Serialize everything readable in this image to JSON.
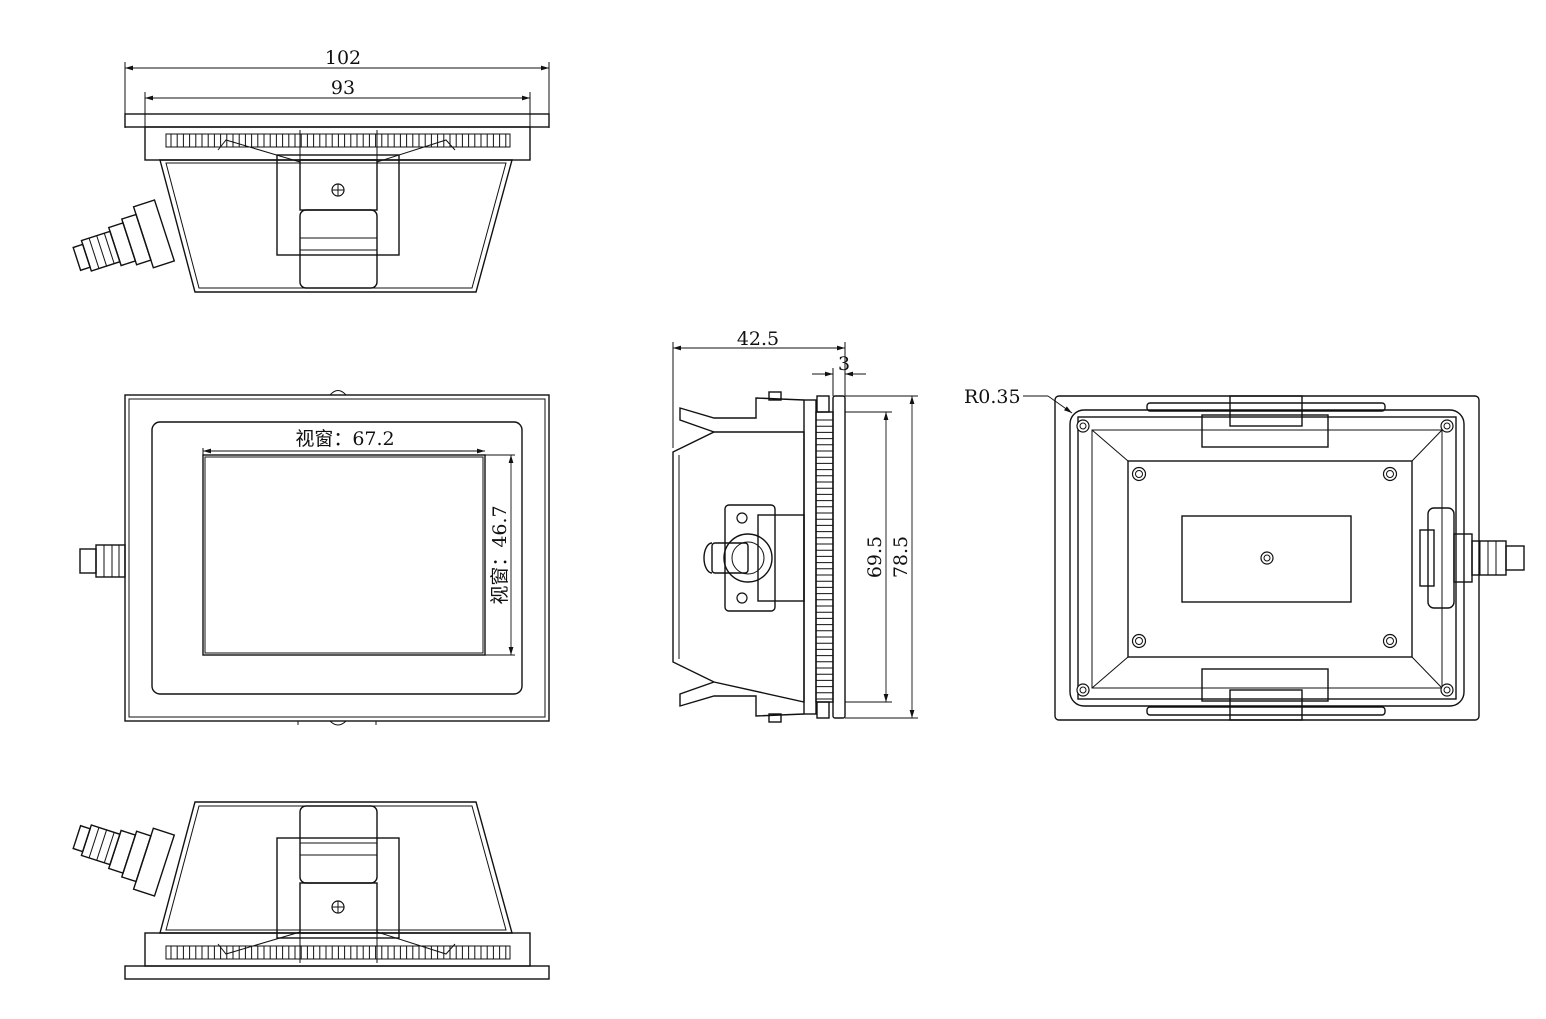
{
  "dimensions": {
    "overall_width": "102",
    "inner_width": "93",
    "depth": "42.5",
    "bezel": "3",
    "cutout_height": "69.5",
    "overall_height": "78.5",
    "window_width": "视窗：67.2",
    "window_height": "视窗：46.7",
    "corner_radius": "R0.35"
  },
  "colors": {
    "line": "#111111",
    "background": "#ffffff"
  }
}
